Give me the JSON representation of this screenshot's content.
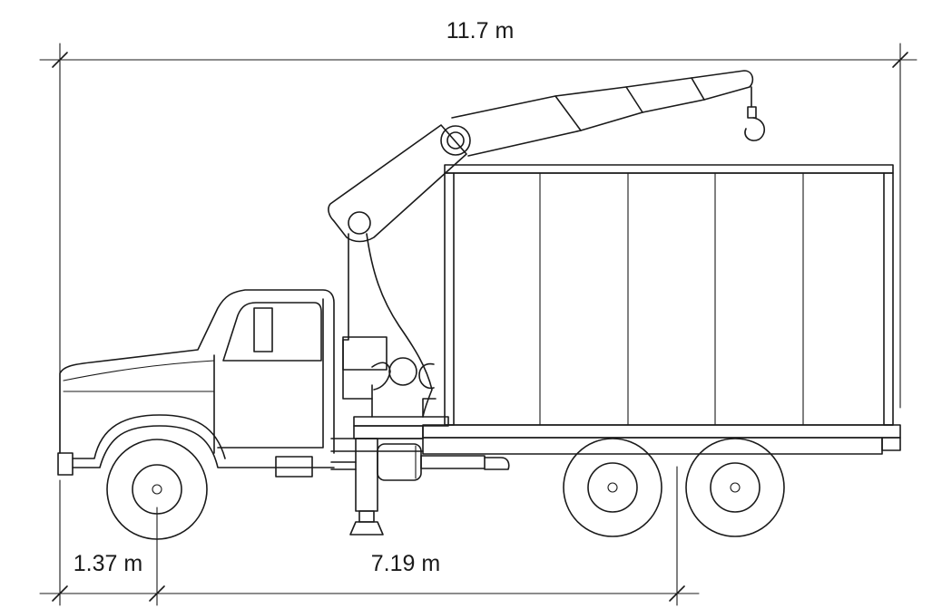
{
  "diagram": {
    "dimensions": {
      "overall_length": "11.7 m",
      "front_overhang": "1.37 m",
      "axle_distance": "7.19 m"
    },
    "colors": {
      "line": "#1a1a1a",
      "background": "#ffffff"
    }
  }
}
